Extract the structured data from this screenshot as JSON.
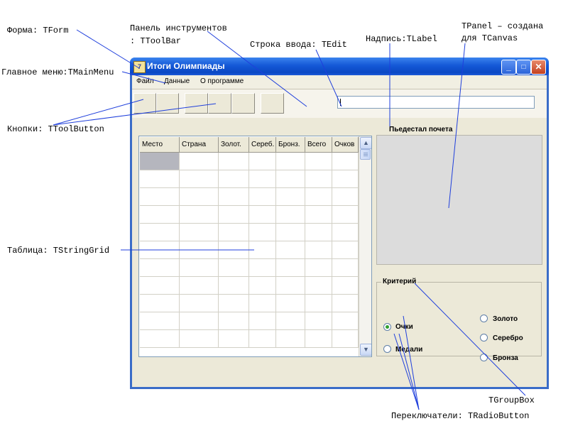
{
  "annotations": {
    "form": "Форма: TForm",
    "toolbar_line1": "Панель инструментов",
    "toolbar_line2": ": TToolBar",
    "edit": "Строка ввода: TEdit",
    "label": "Надпись:TLabel",
    "panel_line1": "TPanel – создана",
    "panel_line2": "для TCanvas",
    "mainmenu": "Главное меню:TMainMenu",
    "buttons": "Кнопки: TToolButton",
    "grid": "Таблица: TStringGrid",
    "groupbox": "TGroupBox",
    "radiobuttons": "Переключатели: TRadioButton"
  },
  "window": {
    "title": "Итоги Олимпиады",
    "icon": "delphi-app-icon",
    "controls": {
      "minimize": "_",
      "maximize": "□",
      "close": "✕"
    }
  },
  "menu": {
    "items": [
      "Файл",
      "Данные",
      "О программе"
    ]
  },
  "toolbar_button_count": 6,
  "edit": {
    "value": ""
  },
  "podium_label": "Пьедестал почета",
  "grid": {
    "headers": [
      "Место",
      "Страна",
      "Золот.",
      "Сереб.",
      "Бронз.",
      "Всего",
      "Очков"
    ],
    "visible_data_rows": 11
  },
  "scrollbar": {
    "up": "▲",
    "down": "▼"
  },
  "criteria": {
    "caption": "Критерий",
    "options": [
      {
        "label": "Очки",
        "checked": true
      },
      {
        "label": "Медали",
        "checked": false
      },
      {
        "label": "Золото",
        "checked": false
      },
      {
        "label": "Серебро",
        "checked": false
      },
      {
        "label": "Бронза",
        "checked": false
      }
    ]
  },
  "colors": {
    "titlebar": "#0a48c4",
    "client_bg": "#ece9d8",
    "selected_cell": "#b5b6be",
    "callout_line": "#1f3fdc",
    "radio_dot": "#2f9f2f"
  }
}
